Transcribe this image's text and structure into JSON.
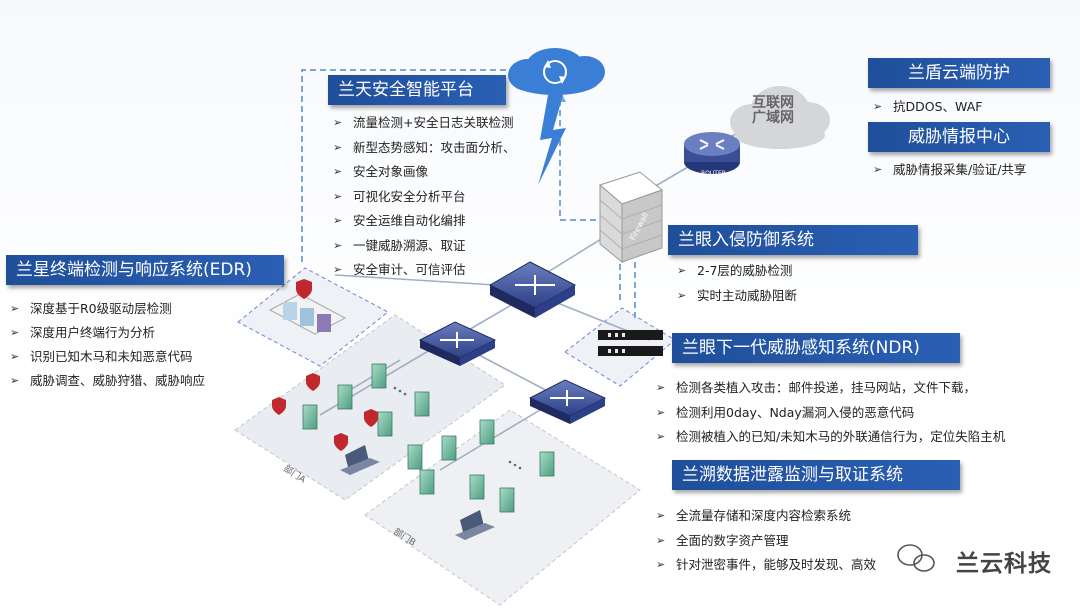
{
  "platform": {
    "title": "兰天安全智能平台",
    "items": [
      "流量检测+安全日志关联检测",
      "新型态势感知：攻击面分析、",
      "安全对象画像",
      "可视化安全分析平台",
      "安全运维自动化编排",
      "一键威胁溯源、取证",
      "安全审计、可信评估"
    ]
  },
  "cloud_protect": {
    "title": "兰盾云端防护",
    "items": [
      "抗DDOS、WAF"
    ]
  },
  "threat_intel": {
    "title": "威胁情报中心",
    "items": [
      "威胁情报采集/验证/共享"
    ]
  },
  "edr": {
    "title": "兰星终端检测与响应系统(EDR)",
    "items": [
      "深度基于R0级驱动层检测",
      "深度用户终端行为分析",
      "识别已知木马和未知恶意代码",
      "威胁调查、威胁狩猎、威胁响应"
    ]
  },
  "ips": {
    "title": "兰眼入侵防御系统",
    "items": [
      "2-7层的威胁检测",
      "实时主动威胁阻断"
    ]
  },
  "ndr": {
    "title": "兰眼下一代威胁感知系统(NDR)",
    "items": [
      "检测各类植入攻击：邮件投递，挂马网站，文件下载，",
      "检测利用0day、Nday漏洞入侵的恶意代码",
      "检测被植入的已知/未知木马的外联通信行为，定位失陷主机"
    ]
  },
  "dlp": {
    "title": "兰溯数据泄露监测与取证系统",
    "items": [
      "全流量存储和深度内容检索系统",
      "全面的数字资产管理",
      "针对泄密事件，能够及时发现、高效"
    ]
  },
  "internet": {
    "line1": "互联网",
    "line2": "广域网"
  },
  "router_label": "ROUTER",
  "firewall_label": "Firewall",
  "dept_a": "部门A",
  "dept_b": "部门B",
  "watermark": "兰云科技",
  "colors": {
    "title_bg": "#1f4f9a",
    "cloud": "#3a7fd5",
    "dashed": "#7aa6d8",
    "link": "#9fb0c4",
    "server": "#6fb8a0"
  }
}
